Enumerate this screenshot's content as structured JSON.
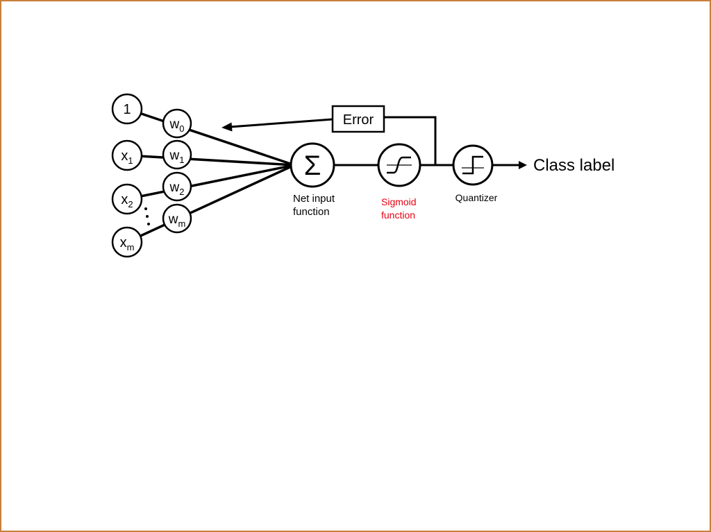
{
  "window": {
    "background": "#ffffff",
    "border_color": "#c87f3a"
  },
  "diagram": {
    "inputs": [
      {
        "base": "1",
        "sub": ""
      },
      {
        "base": "x",
        "sub": "1"
      },
      {
        "base": "x",
        "sub": "2"
      },
      {
        "base": "x",
        "sub": "m"
      }
    ],
    "weights": [
      {
        "base": "w",
        "sub": "0"
      },
      {
        "base": "w",
        "sub": "1"
      },
      {
        "base": "w",
        "sub": "2"
      },
      {
        "base": "w",
        "sub": "m"
      }
    ],
    "net_input": {
      "symbol": "Σ",
      "label_line1": "Net input",
      "label_line2": "function"
    },
    "sigmoid": {
      "label_line1": "Sigmoid",
      "label_line2": "function",
      "color": "#e60012"
    },
    "quantizer": {
      "label": "Quantizer"
    },
    "error": {
      "label": "Error"
    },
    "output": {
      "label": "Class label"
    },
    "colors": {
      "line": "#000000",
      "accent_red": "#e60012"
    }
  }
}
